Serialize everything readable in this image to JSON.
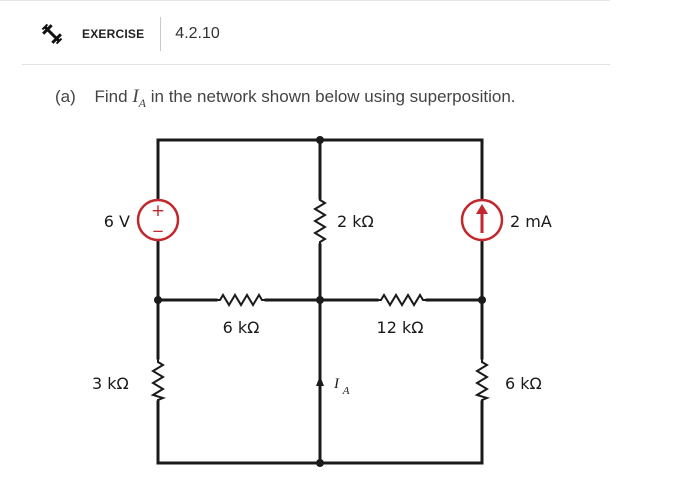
{
  "header": {
    "label": "EXERCISE",
    "number": "4.2.10",
    "icon": "exercise-icon"
  },
  "question": {
    "part": "(a)",
    "text_before": "Find",
    "symbol": "I",
    "subscript": "A",
    "text_after": "in the network shown below using superposition."
  },
  "circuit": {
    "colors": {
      "wire": "#1a1a1a",
      "source": "#c1272d"
    },
    "components": {
      "v_source": {
        "label": "6 V",
        "plus": "+",
        "minus": "−"
      },
      "r_2k": {
        "label": "2 kΩ"
      },
      "i_source": {
        "label": "2 mA"
      },
      "r_6k_mid": {
        "label": "6 kΩ"
      },
      "r_12k": {
        "label": "12 kΩ"
      },
      "r_3k": {
        "label": "3 kΩ"
      },
      "current_ia": {
        "symbol": "I",
        "subscript": "A"
      },
      "r_6k_right": {
        "label": "6 kΩ"
      }
    }
  }
}
